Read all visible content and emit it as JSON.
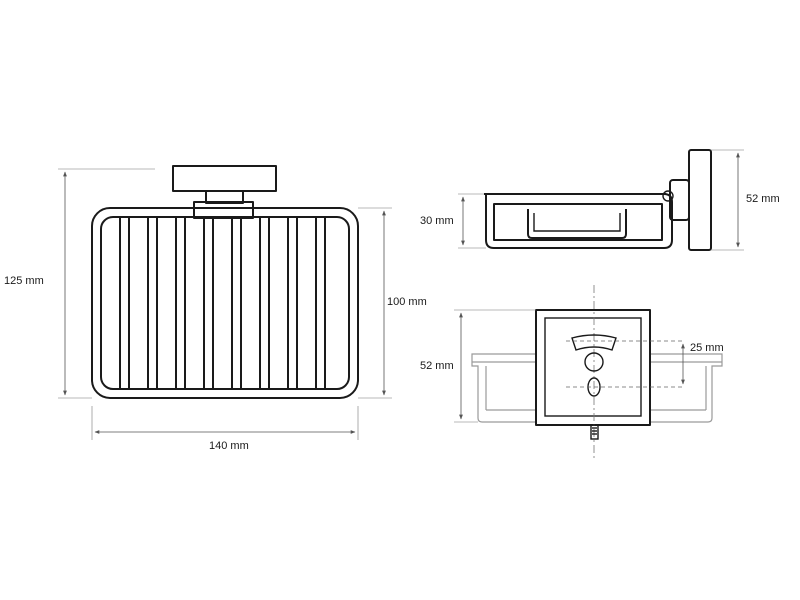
{
  "dimensions": {
    "front_height": "125 mm",
    "basket_height": "100 mm",
    "width": "140 mm",
    "side_depth": "30 mm",
    "side_height": "52 mm",
    "top_height": "52 mm",
    "mount_spacing": "25 mm"
  },
  "colors": {
    "line": "#1a1a1a",
    "dimension": "#555555",
    "ghost": "#9a9a9a",
    "background": "#ffffff"
  }
}
